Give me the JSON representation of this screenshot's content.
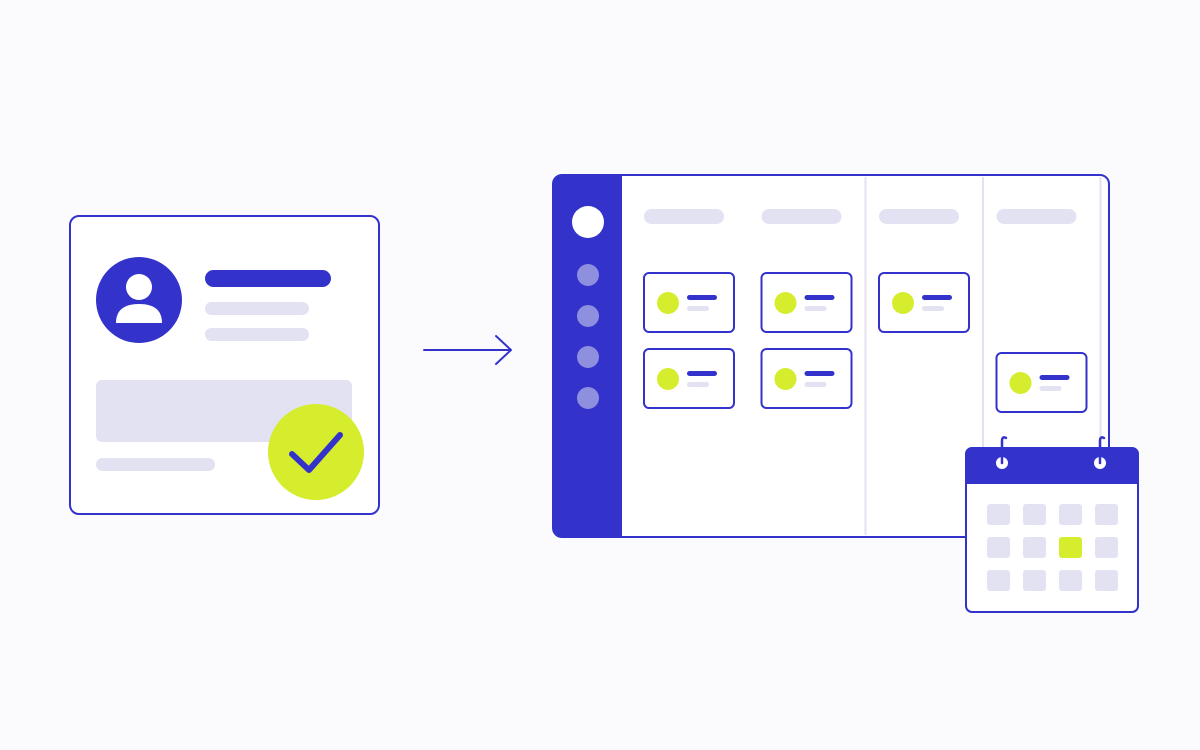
{
  "colors": {
    "primary": "#3333cc",
    "accent": "#d5ed2d",
    "placeholder": "#e2e2f3",
    "avatar_light": "#ffffff",
    "frame_bg": "#ffffff",
    "sidebar_dot": "#8f8fe0"
  },
  "profile_card": {
    "avatar_icon": "user-icon",
    "check_icon": "checkmark-icon"
  },
  "flow": {
    "arrow_icon": "arrow-right-icon"
  },
  "board": {
    "sidebar_nav_dots": 4,
    "columns": [
      {
        "card_count": 2
      },
      {
        "card_count": 2
      },
      {
        "card_count": 1
      },
      {
        "card_count": 1
      }
    ]
  },
  "calendar": {
    "icon": "calendar-icon",
    "rows": 3,
    "cols": 4,
    "highlighted_cell": {
      "row": 1,
      "col": 2
    }
  }
}
